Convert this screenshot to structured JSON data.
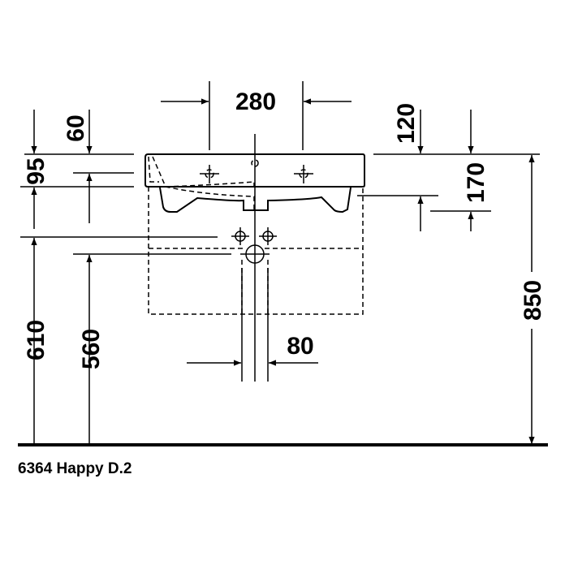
{
  "dimensions": {
    "hole_spacing": "280",
    "top_offset_left": "60",
    "rim_height_left": "95",
    "top_offset_right": "120",
    "depth_right": "170",
    "total_height": "850",
    "supply_height": "610",
    "drain_height": "560",
    "drain_spacing": "80"
  },
  "caption": "6364 Happy D.2"
}
